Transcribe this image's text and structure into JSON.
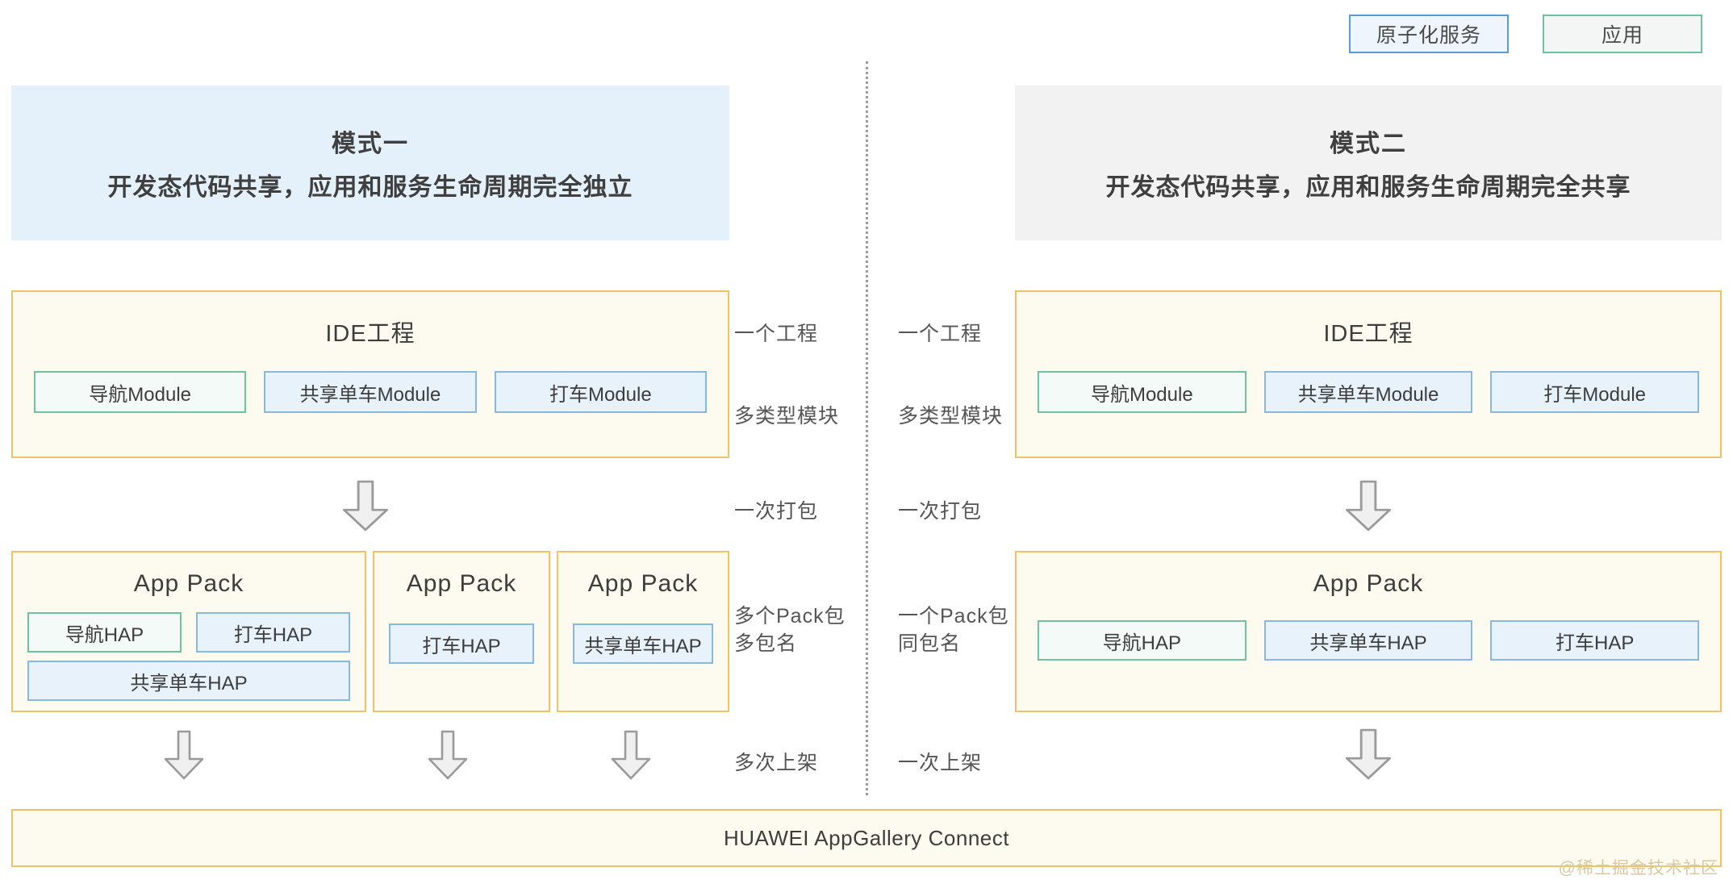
{
  "legend": {
    "items": [
      {
        "label": "原子化服务",
        "style": "service",
        "border_color": "#5b9bd5",
        "fill_color": "#eef5fc"
      },
      {
        "label": "应用",
        "style": "app",
        "border_color": "#6ec2a0",
        "fill_color": "#f4f6f5"
      }
    ]
  },
  "panels": {
    "left": {
      "title": "模式一",
      "subtitle": "开发态代码共享，应用和服务生命周期完全独立",
      "header_bg": "#e4f1fa",
      "ide": {
        "title": "IDE工程",
        "modules": [
          {
            "label": "导航Module",
            "kind": "app"
          },
          {
            "label": "共享单车Module",
            "kind": "service"
          },
          {
            "label": "打车Module",
            "kind": "service"
          }
        ]
      },
      "packs": [
        {
          "title": "App Pack",
          "rows": [
            [
              {
                "label": "导航HAP",
                "kind": "app"
              },
              {
                "label": "打车HAP",
                "kind": "service"
              }
            ],
            [
              {
                "label": "共享单车HAP",
                "kind": "service"
              }
            ]
          ]
        },
        {
          "title": "App Pack",
          "rows": [
            [
              {
                "label": "打车HAP",
                "kind": "service"
              }
            ]
          ]
        },
        {
          "title": "App Pack",
          "rows": [
            [
              {
                "label": "共享单车HAP",
                "kind": "service"
              }
            ]
          ]
        }
      ]
    },
    "right": {
      "title": "模式二",
      "subtitle": "开发态代码共享，应用和服务生命周期完全共享",
      "header_bg": "#f2f2f2",
      "ide": {
        "title": "IDE工程",
        "modules": [
          {
            "label": "导航Module",
            "kind": "app"
          },
          {
            "label": "共享单车Module",
            "kind": "service"
          },
          {
            "label": "打车Module",
            "kind": "service"
          }
        ]
      },
      "packs": [
        {
          "title": "App Pack",
          "rows": [
            [
              {
                "label": "导航HAP",
                "kind": "app"
              },
              {
                "label": "共享单车HAP",
                "kind": "service"
              },
              {
                "label": "打车HAP",
                "kind": "service"
              }
            ]
          ]
        }
      ]
    }
  },
  "middle_labels": {
    "left": {
      "one_project": "一个工程",
      "multi_module": "多类型模块",
      "pack_once": "一次打包",
      "pack_count": "多个Pack包\n多包名",
      "publish": "多次上架"
    },
    "right": {
      "one_project": "一个工程",
      "multi_module": "多类型模块",
      "pack_once": "一次打包",
      "pack_count": "一个Pack包\n同包名",
      "publish": "一次上架"
    }
  },
  "bottom_bar": {
    "label": "HUAWEI AppGallery Connect"
  },
  "watermark": {
    "text": "@稀土掘金技术社区"
  },
  "colors": {
    "orange_border": "#f0c26a",
    "orange_fill": "#fdfaef",
    "blue_border": "#86b8e0",
    "blue_fill": "#e7f2fb",
    "green_border": "#6ec2a0",
    "green_fill": "#f4faf7",
    "arrow_stroke": "#9a9a9a",
    "arrow_fill": "#f0f0f0"
  }
}
